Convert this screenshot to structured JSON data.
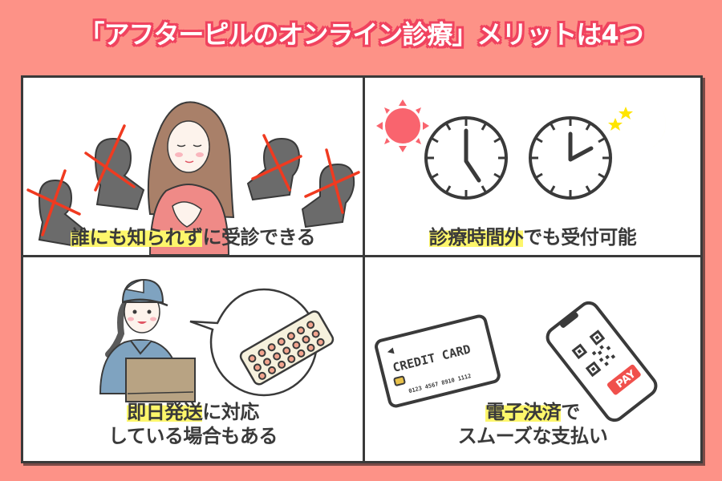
{
  "title": "「アフターピルのオンライン診療」メリットは4つ",
  "colors": {
    "background": "#fd9287",
    "title_outline": "#f0435f",
    "highlight": "#fdf66b",
    "text": "#3a3a3a",
    "cross": "#f03a20",
    "sun": "#f9646e",
    "moon": "#ffe500",
    "pay_badge": "#f0504c"
  },
  "cells": [
    {
      "highlight": "誰にも知られず",
      "rest": "に受診できる",
      "line2": "",
      "illustration": "woman-with-crossed-out-silhouettes"
    },
    {
      "highlight": "診療時間外",
      "rest": "でも受付可能",
      "line2": "",
      "illustration": "sun-clocks-moon"
    },
    {
      "highlight": "即日発送",
      "rest": "に対応",
      "line2": "している場合もある",
      "illustration": "delivery-worker-with-pill-pack"
    },
    {
      "highlight": "電子決済",
      "rest": "で",
      "line2": "スムーズな支払い",
      "illustration": "credit-card-and-phone-pay"
    }
  ],
  "credit_card": {
    "label": "CREDIT CARD",
    "number": "0123 4567 8910 1112"
  },
  "phone": {
    "pay_label": "PAY"
  }
}
